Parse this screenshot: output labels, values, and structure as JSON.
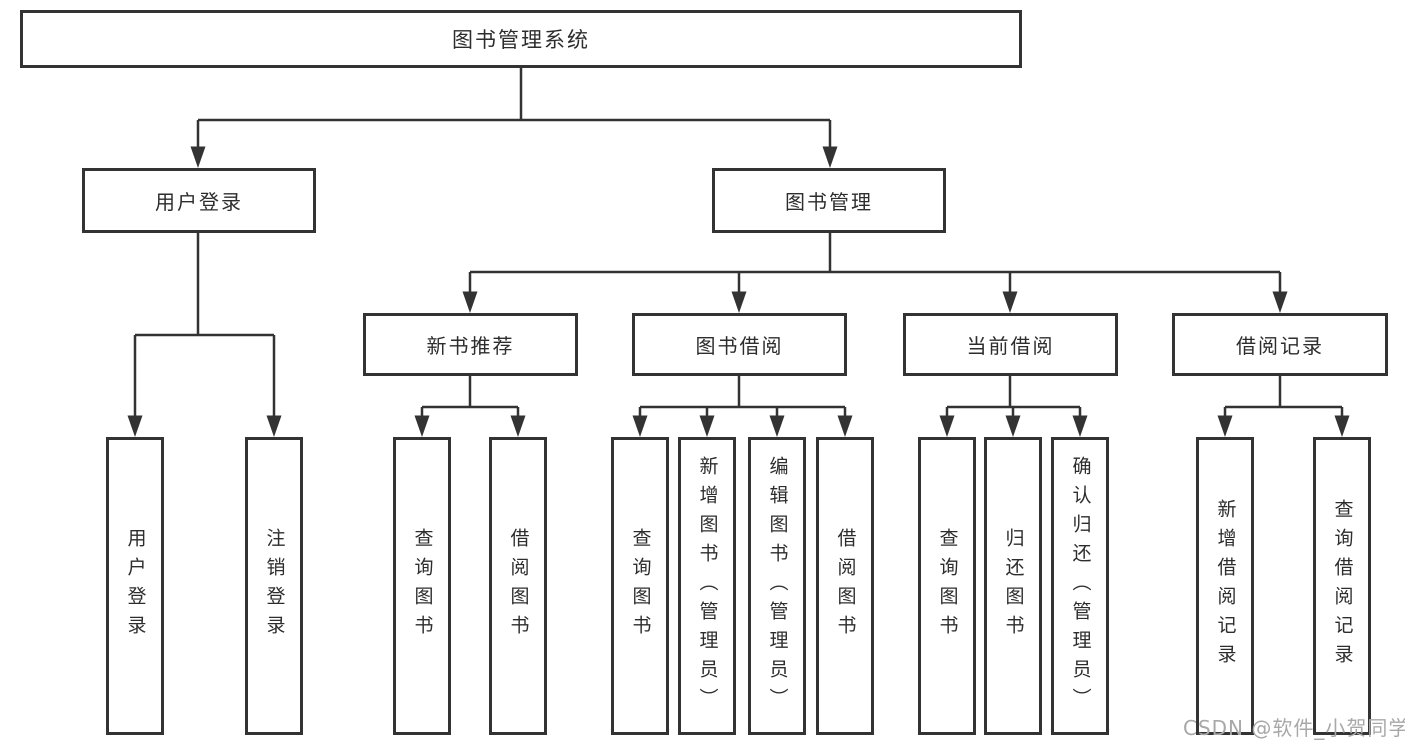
{
  "root": {
    "label": "图书管理系统",
    "children": [
      {
        "label": "用户登录",
        "children": [
          {
            "label": "用户登录"
          },
          {
            "label": "注销登录"
          }
        ]
      },
      {
        "label": "图书管理",
        "children": [
          {
            "label": "新书推荐",
            "children": [
              {
                "label": "查询图书"
              },
              {
                "label": "借阅图书"
              }
            ]
          },
          {
            "label": "图书借阅",
            "children": [
              {
                "label": "查询图书"
              },
              {
                "label": "新增图书（管理员）"
              },
              {
                "label": "编辑图书（管理员）"
              },
              {
                "label": "借阅图书"
              }
            ]
          },
          {
            "label": "当前借阅",
            "children": [
              {
                "label": "查询图书"
              },
              {
                "label": "归还图书"
              },
              {
                "label": "确认归还（管理员）"
              }
            ]
          },
          {
            "label": "借阅记录",
            "children": [
              {
                "label": "新增借阅记录"
              },
              {
                "label": "查询借阅记录"
              }
            ]
          }
        ]
      }
    ]
  },
  "watermark": "CSDN @软件_小贺同学",
  "colors": {
    "line": "#333333",
    "text": "#2d2d2d",
    "background": "#ffffff",
    "watermark": "#a8a8a8"
  }
}
